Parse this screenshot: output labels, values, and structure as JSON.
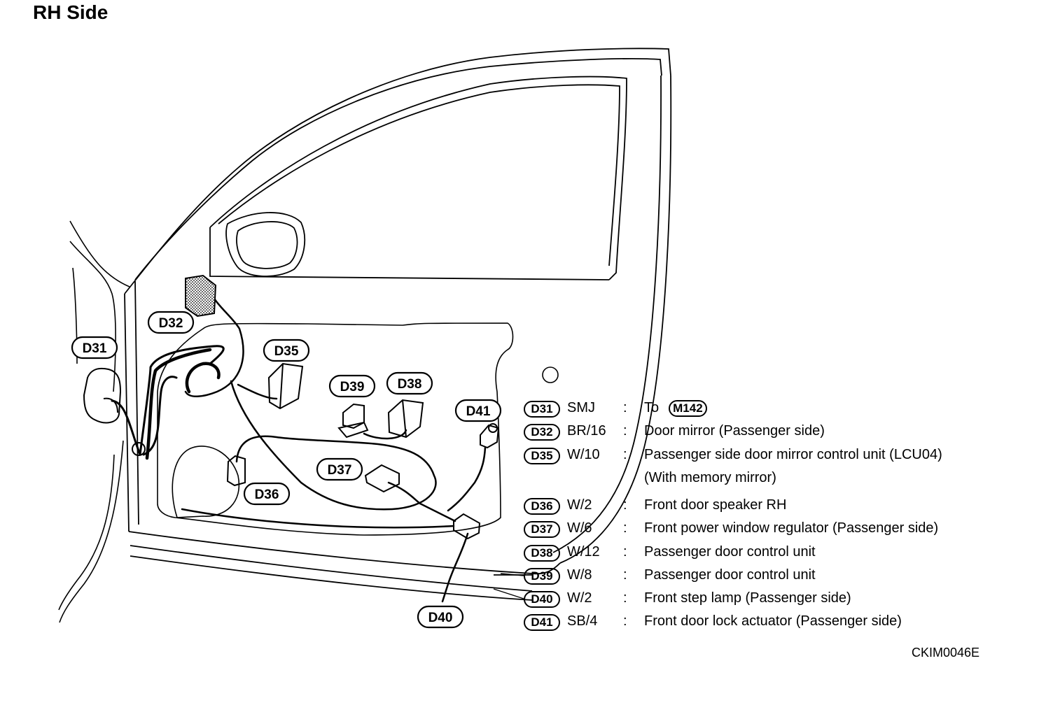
{
  "title": "RH Side",
  "figure_code": "CKIM0046E",
  "tags": {
    "d31": "D31",
    "d32": "D32",
    "d35": "D35",
    "d36": "D36",
    "d37": "D37",
    "d38": "D38",
    "d39": "D39",
    "d40": "D40",
    "d41": "D41"
  },
  "legend": [
    {
      "code": "D31",
      "wire": "SMJ",
      "desc": "To",
      "ref": "M142"
    },
    {
      "code": "D32",
      "wire": "BR/16",
      "desc": "Door mirror (Passenger side)"
    },
    {
      "code": "D35",
      "wire": "W/10",
      "desc": "Passenger side door mirror control unit (LCU04)",
      "desc2": "(With memory mirror)"
    },
    {
      "code": "D36",
      "wire": "W/2",
      "desc": "Front door speaker RH"
    },
    {
      "code": "D37",
      "wire": "W/6",
      "desc": "Front power window regulator (Passenger side)"
    },
    {
      "code": "D38",
      "wire": "W/12",
      "desc": "Passenger door control unit"
    },
    {
      "code": "D39",
      "wire": "W/8",
      "desc": "Passenger door control unit"
    },
    {
      "code": "D40",
      "wire": "W/2",
      "desc": "Front step lamp (Passenger side)"
    },
    {
      "code": "D41",
      "wire": "SB/4",
      "desc": "Front door lock actuator (Passenger side)"
    }
  ],
  "colon": ":"
}
